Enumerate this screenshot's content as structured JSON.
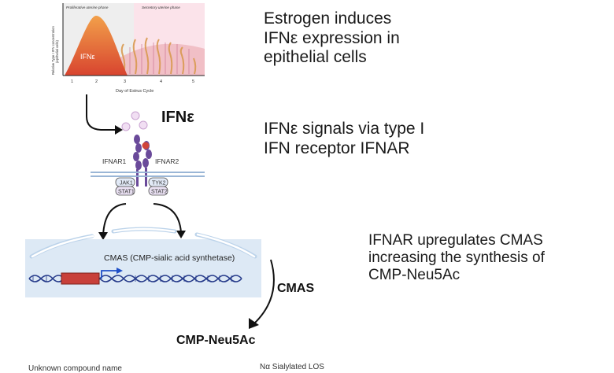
{
  "chart": {
    "phase_proliferative": "Proliferative uterine phase",
    "phase_secretory": "Secretory uterine phase",
    "y_label_line1": "Relative Type I IFN concentration",
    "y_label_line2": "(epithelial cells)",
    "x_label": "Day of Estrus Cycle",
    "ticks": [
      "1",
      "2",
      "3",
      "4",
      "5"
    ],
    "ifn_label": "IFNε"
  },
  "receptor": {
    "ifn_label": "IFNε",
    "ifnar1": "IFNAR1",
    "ifnar2": "IFNAR2",
    "jak1": "JAK1",
    "tyk2": "TYK2",
    "stat1": "STAT1",
    "stat2": "STAT2"
  },
  "nucleus": {
    "gene_label": "CMAS (CMP-sialic acid synthetase)",
    "enzyme_label": "CMAS",
    "product_label": "CMP-Neu5Ac"
  },
  "captions": {
    "step1": [
      "Estrogen induces",
      "IFNε expression in",
      "epithelial cells"
    ],
    "step2": [
      "IFNε signals via type I",
      "IFN receptor IFNAR"
    ],
    "step3": [
      "IFNAR upregulates CMAS",
      "increasing the synthesis of",
      "CMP-Neu5Ac"
    ]
  },
  "bottom_cut": {
    "left": "Unknown compound name",
    "right": "Nα Sialylated LOS"
  },
  "colors": {
    "ifn_peak": "#e8623a",
    "prolif_bg": "#eeeeee",
    "secretory_bg": "#fbe3ea",
    "gland": "#e9b0b8",
    "receptor_purple": "#6a4a9a",
    "ligand_red": "#d0443a",
    "nucleus_blue": "#dde9f5",
    "dna_blue": "#253a8a",
    "gene_red": "#c8403a"
  }
}
